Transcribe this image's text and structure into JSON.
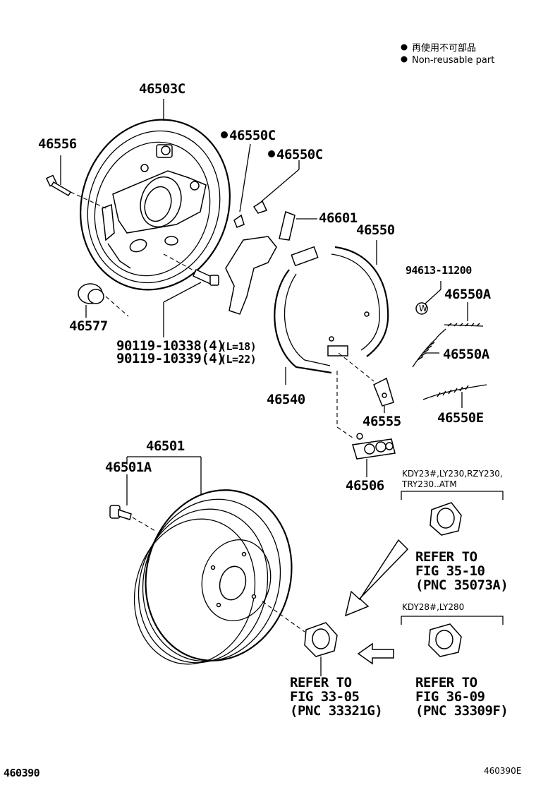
{
  "legend": {
    "line1": "再使用不可部品",
    "line2": "Non-reusable part"
  },
  "labels": {
    "p46503C": "46503C",
    "p46556": "46556",
    "p46550C_a": "46550C",
    "p46550C_b": "46550C",
    "p46601": "46601",
    "p46550": "46550",
    "p94613": "94613-11200",
    "p46550A_a": "46550A",
    "p46550A_b": "46550A",
    "p46577": "46577",
    "p90119_a": "90119-10338(4)",
    "p90119_a_note": "(L=18)",
    "p90119_b": "90119-10339(4)",
    "p90119_b_note": "(L=22)",
    "p46540": "46540",
    "p46555": "46555",
    "p46550E": "46550E",
    "p46501": "46501",
    "p46501A": "46501A",
    "p46506": "46506"
  },
  "variants": {
    "v1_line1": "KDY23#,LY230,RZY230,",
    "v1_line2": "TRY230..ATM",
    "v2": "KDY28#,LY280"
  },
  "refs": {
    "r1": [
      "REFER TO",
      "FIG 35-10",
      "(PNC 35073A)"
    ],
    "r2": [
      "REFER TO",
      "FIG 33-05",
      "(PNC 33321G)"
    ],
    "r3": [
      "REFER TO",
      "FIG 36-09",
      "(PNC 33309F)"
    ]
  },
  "footer": {
    "left": "460390",
    "right": "460390E"
  }
}
